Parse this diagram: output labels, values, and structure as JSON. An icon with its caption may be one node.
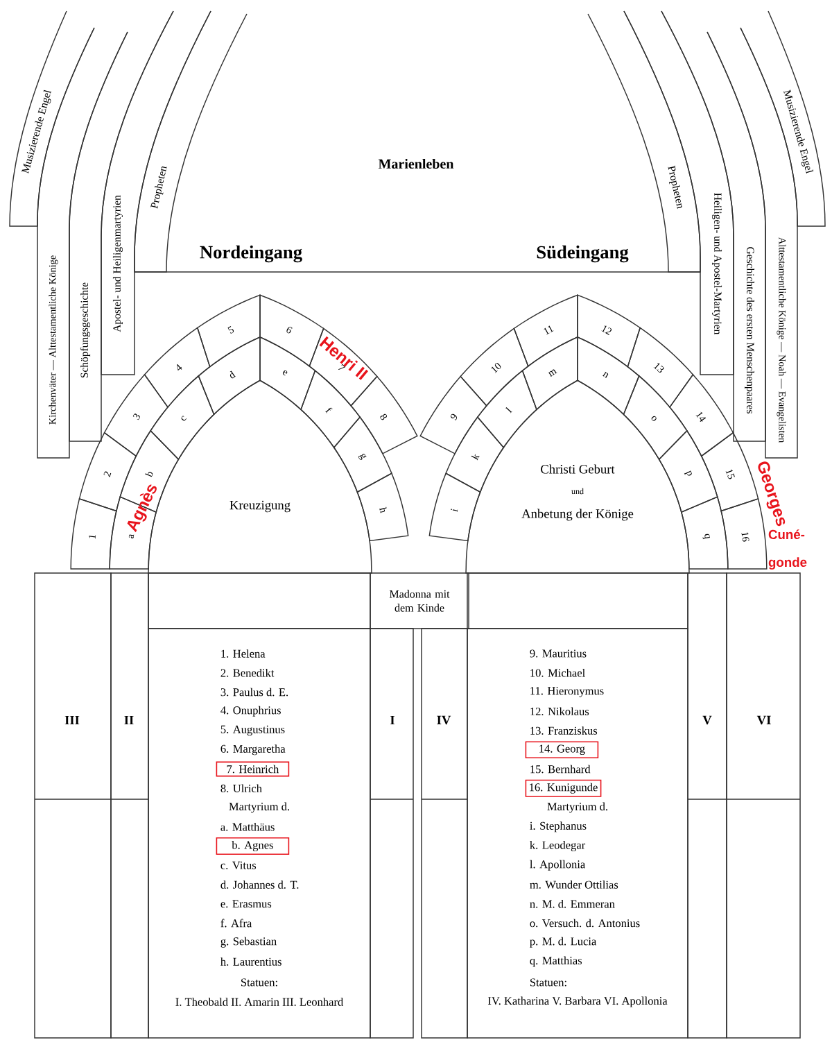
{
  "diagram": {
    "nodes": [
      {
        "text": [
          "Musizierende Engel"
        ]
      },
      {
        "text": [
          "Kirchenväter — Alttestamentliche Könige"
        ]
      },
      {
        "text": [
          "Schöpfungsgeschichte"
        ]
      },
      {
        "text": [
          "Apostel- und Heiligenmartyrien"
        ]
      },
      {
        "text": [
          "Propheten"
        ]
      },
      {
        "text": [
          "Propheten"
        ]
      },
      {
        "text": [
          "Heiligen- und Apostel-Martyrien"
        ]
      },
      {
        "text": [
          "Geschichte des ersten Menschenpaares"
        ]
      },
      {
        "text": [
          "Alttestamentliche Könige — Noah — Evangelisten"
        ]
      },
      {
        "text": [
          "Musizierende Engel"
        ]
      },
      {
        "text": [
          "Kreuzigung"
        ]
      },
      {
        "text": [
          "Christi Geburt",
          "und",
          "Anbetung der Könige"
        ]
      },
      {
        "text": [
          "1"
        ]
      },
      {
        "text": [
          "2"
        ]
      },
      {
        "text": [
          "3"
        ]
      },
      {
        "text": [
          "4"
        ]
      },
      {
        "text": [
          "5"
        ]
      },
      {
        "text": [
          "6"
        ]
      },
      {
        "text": [
          "7"
        ]
      },
      {
        "text": [
          "8"
        ]
      },
      {
        "text": [
          "a"
        ]
      },
      {
        "text": [
          "b"
        ]
      },
      {
        "text": [
          "c"
        ]
      },
      {
        "text": [
          "d"
        ]
      },
      {
        "text": [
          "e"
        ]
      },
      {
        "text": [
          "f"
        ]
      },
      {
        "text": [
          "g"
        ]
      },
      {
        "text": [
          "h"
        ]
      },
      {
        "text": [
          "9"
        ]
      },
      {
        "text": [
          "10"
        ]
      },
      {
        "text": [
          "11"
        ]
      },
      {
        "text": [
          "12"
        ]
      },
      {
        "text": [
          "13"
        ]
      },
      {
        "text": [
          "14"
        ]
      },
      {
        "text": [
          "15"
        ]
      },
      {
        "text": [
          "16"
        ]
      },
      {
        "text": [
          "i"
        ]
      },
      {
        "text": [
          "k"
        ]
      },
      {
        "text": [
          "l"
        ]
      },
      {
        "text": [
          "m"
        ]
      },
      {
        "text": [
          "n"
        ]
      },
      {
        "text": [
          "o"
        ]
      },
      {
        "text": [
          "p"
        ]
      },
      {
        "text": [
          "q"
        ]
      },
      {
        "text": [
          "III"
        ]
      },
      {
        "text": [
          "II"
        ]
      },
      {
        "text": [
          "1. Helena",
          "2. Benedikt",
          "3. Paulus d. E.",
          "4. Onuphrius",
          "5. Augustinus",
          "6. Margaretha",
          "8. Ulrich",
          "Martyrium d.",
          "a. Matthäus",
          "c. Vitus",
          "d. Johannes d. T.",
          "e. Erasmus",
          "f. Afra",
          "g. Sebastian",
          "h. Laurentius",
          "Statuen:",
          "I. Theobald II. Amarin III. Leonhard"
        ]
      },
      {
        "text": [
          "Madonna mit dem Kinde"
        ]
      },
      {
        "text": [
          "I"
        ]
      },
      {
        "text": [
          "IV"
        ]
      },
      {
        "text": [
          "9. Mauritius",
          "10. Michael",
          "11. Hieronymus",
          "12. Nikolaus",
          "13. Franziskus",
          "15. Bernhard",
          "Martyrium d.",
          "i. Stephanus",
          "k. Leodegar",
          "l. Apollonia",
          "m. Wunder Ottilias",
          "n. M. d. Emmeran",
          "o. Versuch. d. Antonius",
          "p. M. d. Lucia",
          "q. Matthias",
          "Statuen:",
          "IV. Katharina V. Barbara VI. Apollonia"
        ]
      },
      {
        "text": [
          "V"
        ]
      },
      {
        "text": [
          "VI"
        ]
      },
      {
        "text": [
          "7. Heinrich"
        ],
        "in": 46
      },
      {
        "text": [
          "b. Agnes"
        ],
        "in": 46
      },
      {
        "text": [
          "14. Georg"
        ],
        "in": 50
      },
      {
        "text": [
          "16. Kunigunde"
        ],
        "in": 50
      },
      {
        "text": [],
        "shape": "box"
      },
      {
        "text": [],
        "shape": "box"
      }
    ],
    "labels": [
      "Marienleben",
      "Nordeingang",
      "Südeingang",
      "Agnès",
      "Henri II",
      "Georges",
      "Cuné- gonde"
    ]
  }
}
